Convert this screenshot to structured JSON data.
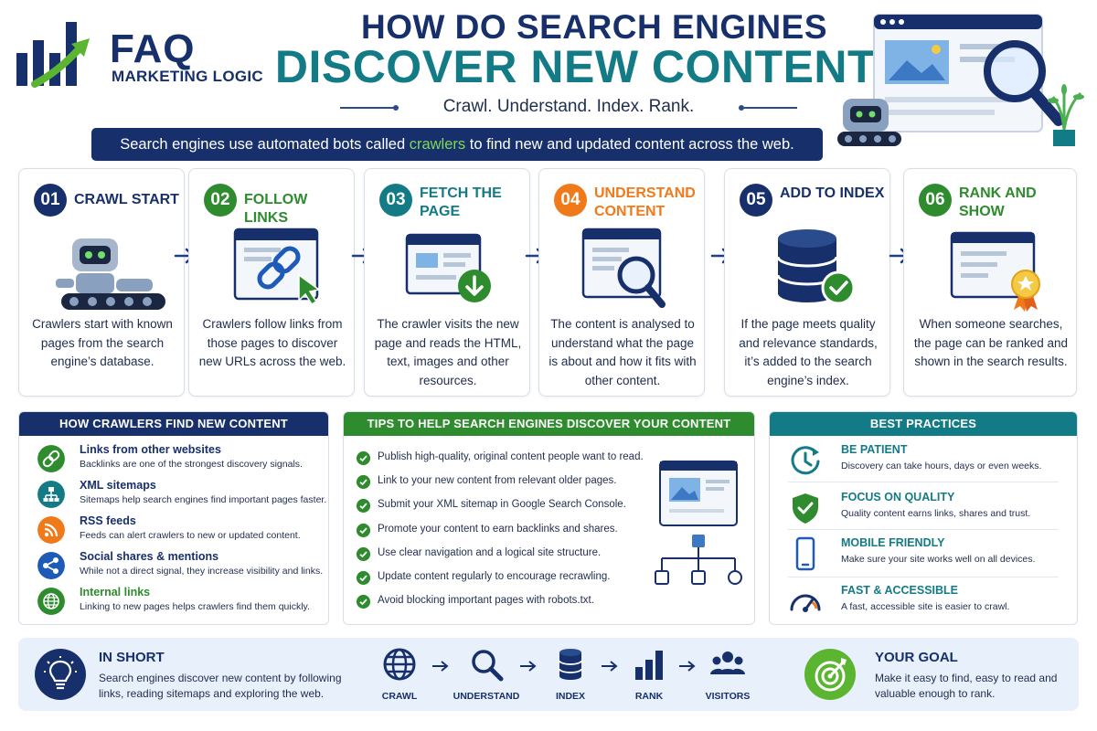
{
  "brand": {
    "name": "FAQ",
    "subtitle": "MARKETING LOGIC"
  },
  "header": {
    "title_line1": "HOW DO SEARCH ENGINES",
    "title_line2": "DISCOVER NEW CONTENT?",
    "tagline": "Crawl. Understand. Index. Rank."
  },
  "banner": {
    "before": "Search engines use automated bots called ",
    "highlight": "crawlers",
    "after": " to find new and updated content across the web."
  },
  "steps": [
    {
      "num": "01",
      "title": "CRAWL START",
      "desc": "Crawlers start with known pages from the search engine’s database.",
      "color": "#17306b",
      "icon": "robot-icon"
    },
    {
      "num": "02",
      "title": "FOLLOW LINKS",
      "desc": "Crawlers follow links from those pages to discover new URLs across the web.",
      "color": "#2e8b2e",
      "icon": "link-icon"
    },
    {
      "num": "03",
      "title": "FETCH THE PAGE",
      "desc": "The crawler visits the new page and reads the HTML, text, images and other resources.",
      "color": "#137b86",
      "icon": "download-page-icon"
    },
    {
      "num": "04",
      "title": "UNDERSTAND CONTENT",
      "desc": "The content is analysed to understand what the page is about and how it fits with other content.",
      "color": "#f07a1a",
      "icon": "magnifier-icon"
    },
    {
      "num": "05",
      "title": "ADD TO INDEX",
      "desc": "If the page meets quality and relevance standards, it’s added to the search engine’s index.",
      "color": "#17306b",
      "icon": "database-check-icon"
    },
    {
      "num": "06",
      "title": "RANK AND SHOW",
      "desc": "When someone searches, the page can be ranked and shown in the search results.",
      "color": "#2e8b2e",
      "icon": "award-page-icon"
    }
  ],
  "crawlers_panel": {
    "heading": "HOW CRAWLERS FIND NEW CONTENT",
    "color": "#17306b",
    "items": [
      {
        "title": "Links from other websites",
        "desc": "Backlinks are one of the strongest discovery signals.",
        "icon": "link-icon",
        "color": "#2e8b2e"
      },
      {
        "title": "XML sitemaps",
        "desc": "Sitemaps help search engines find important pages faster.",
        "icon": "sitemap-icon",
        "color": "#137b86"
      },
      {
        "title": "RSS feeds",
        "desc": "Feeds can alert crawlers to new or updated content.",
        "icon": "rss-icon",
        "color": "#f07a1a"
      },
      {
        "title": "Social shares & mentions",
        "desc": "While not a direct signal, they increase visibility and links.",
        "icon": "share-icon",
        "color": "#1e5bb8"
      },
      {
        "title": "Internal links",
        "desc": "Linking to new pages helps crawlers find them quickly.",
        "icon": "globe-icon",
        "color": "#2e8b2e"
      }
    ]
  },
  "tips_panel": {
    "heading": "TIPS TO HELP SEARCH ENGINES DISCOVER YOUR CONTENT",
    "color": "#2e8b2e",
    "items": [
      "Publish high-quality, original content people want to read.",
      "Link to your new content from relevant older pages.",
      "Submit your XML sitemap in Google Search Console.",
      "Promote your content to earn backlinks and shares.",
      "Use clear navigation and a logical site structure.",
      "Update content regularly to encourage recrawling.",
      "Avoid blocking important pages with robots.txt."
    ]
  },
  "best_panel": {
    "heading": "BEST PRACTICES",
    "color": "#137b86",
    "items": [
      {
        "title": "BE PATIENT",
        "desc": "Discovery can take hours, days or even weeks.",
        "icon": "clock-icon"
      },
      {
        "title": "FOCUS ON QUALITY",
        "desc": "Quality content earns links, shares and trust.",
        "icon": "shield-check-icon"
      },
      {
        "title": "MOBILE FRIENDLY",
        "desc": "Make sure your site works well on all devices.",
        "icon": "mobile-icon"
      },
      {
        "title": "FAST & ACCESSIBLE",
        "desc": "A fast, accessible site is easier to crawl.",
        "icon": "gauge-icon"
      }
    ]
  },
  "bottom": {
    "inshort_title": "IN SHORT",
    "inshort_desc": "Search engines discover new content by following links, reading sitemaps and exploring the web.",
    "flow": [
      "CRAWL",
      "UNDERSTAND",
      "INDEX",
      "RANK",
      "VISITORS"
    ],
    "goal_title": "YOUR GOAL",
    "goal_desc": "Make it easy to find, easy to read and valuable enough to rank."
  }
}
